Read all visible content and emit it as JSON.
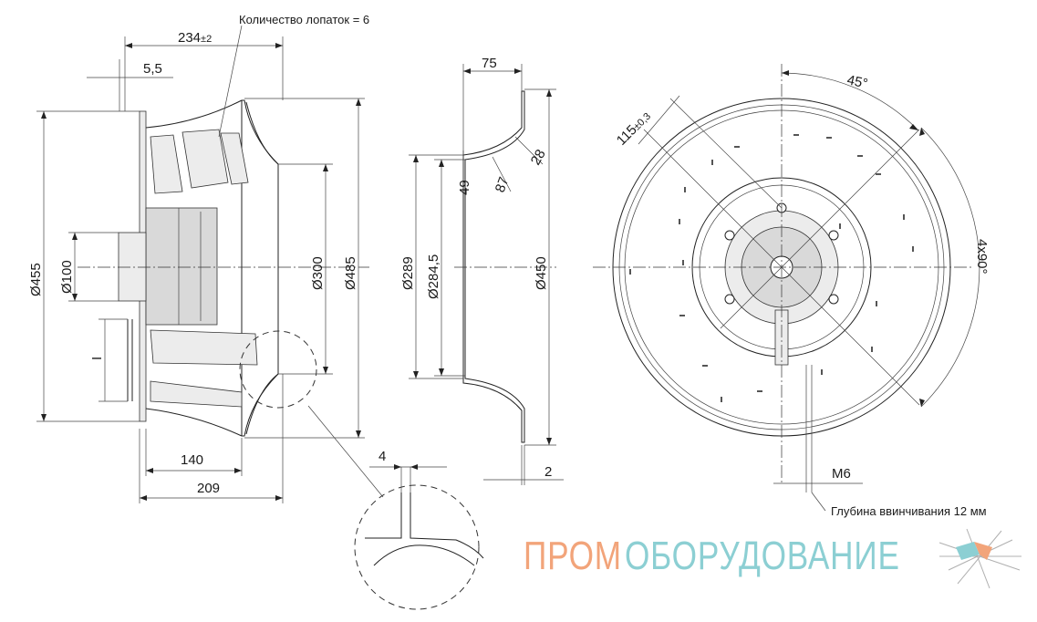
{
  "side_view": {
    "blade_note": "Количество лопаток = 6",
    "dim_length_total": "234",
    "dim_length_tol": "±2",
    "dim_flange": "5,5",
    "dim_d455": "Ø455",
    "dim_d100": "Ø100",
    "dim_d300": "Ø300",
    "dim_d485": "Ø485",
    "label_i": "I",
    "dim_140": "140",
    "dim_209": "209"
  },
  "section_view": {
    "dim_75": "75",
    "dim_28": "28",
    "dim_87": "87",
    "dim_49": "49",
    "dim_d289": "Ø289",
    "dim_d284_5": "Ø284,5",
    "dim_d450": "Ø450",
    "dim_2": "2"
  },
  "detail_view": {
    "dim_4": "4"
  },
  "front_view": {
    "dim_45": "45°",
    "dim_115": "115",
    "dim_115_tol": "±0,3",
    "dim_4x90": "4x90°",
    "dim_m6": "M6",
    "depth_note": "Глубина ввинчивания 12 мм"
  },
  "logo": {
    "word_orange": "ПРОМ",
    "word_teal": "ОБОРУДОВАНИЕ",
    "colors": {
      "orange": "#f2a47a",
      "teal": "#8ccfd3"
    }
  }
}
